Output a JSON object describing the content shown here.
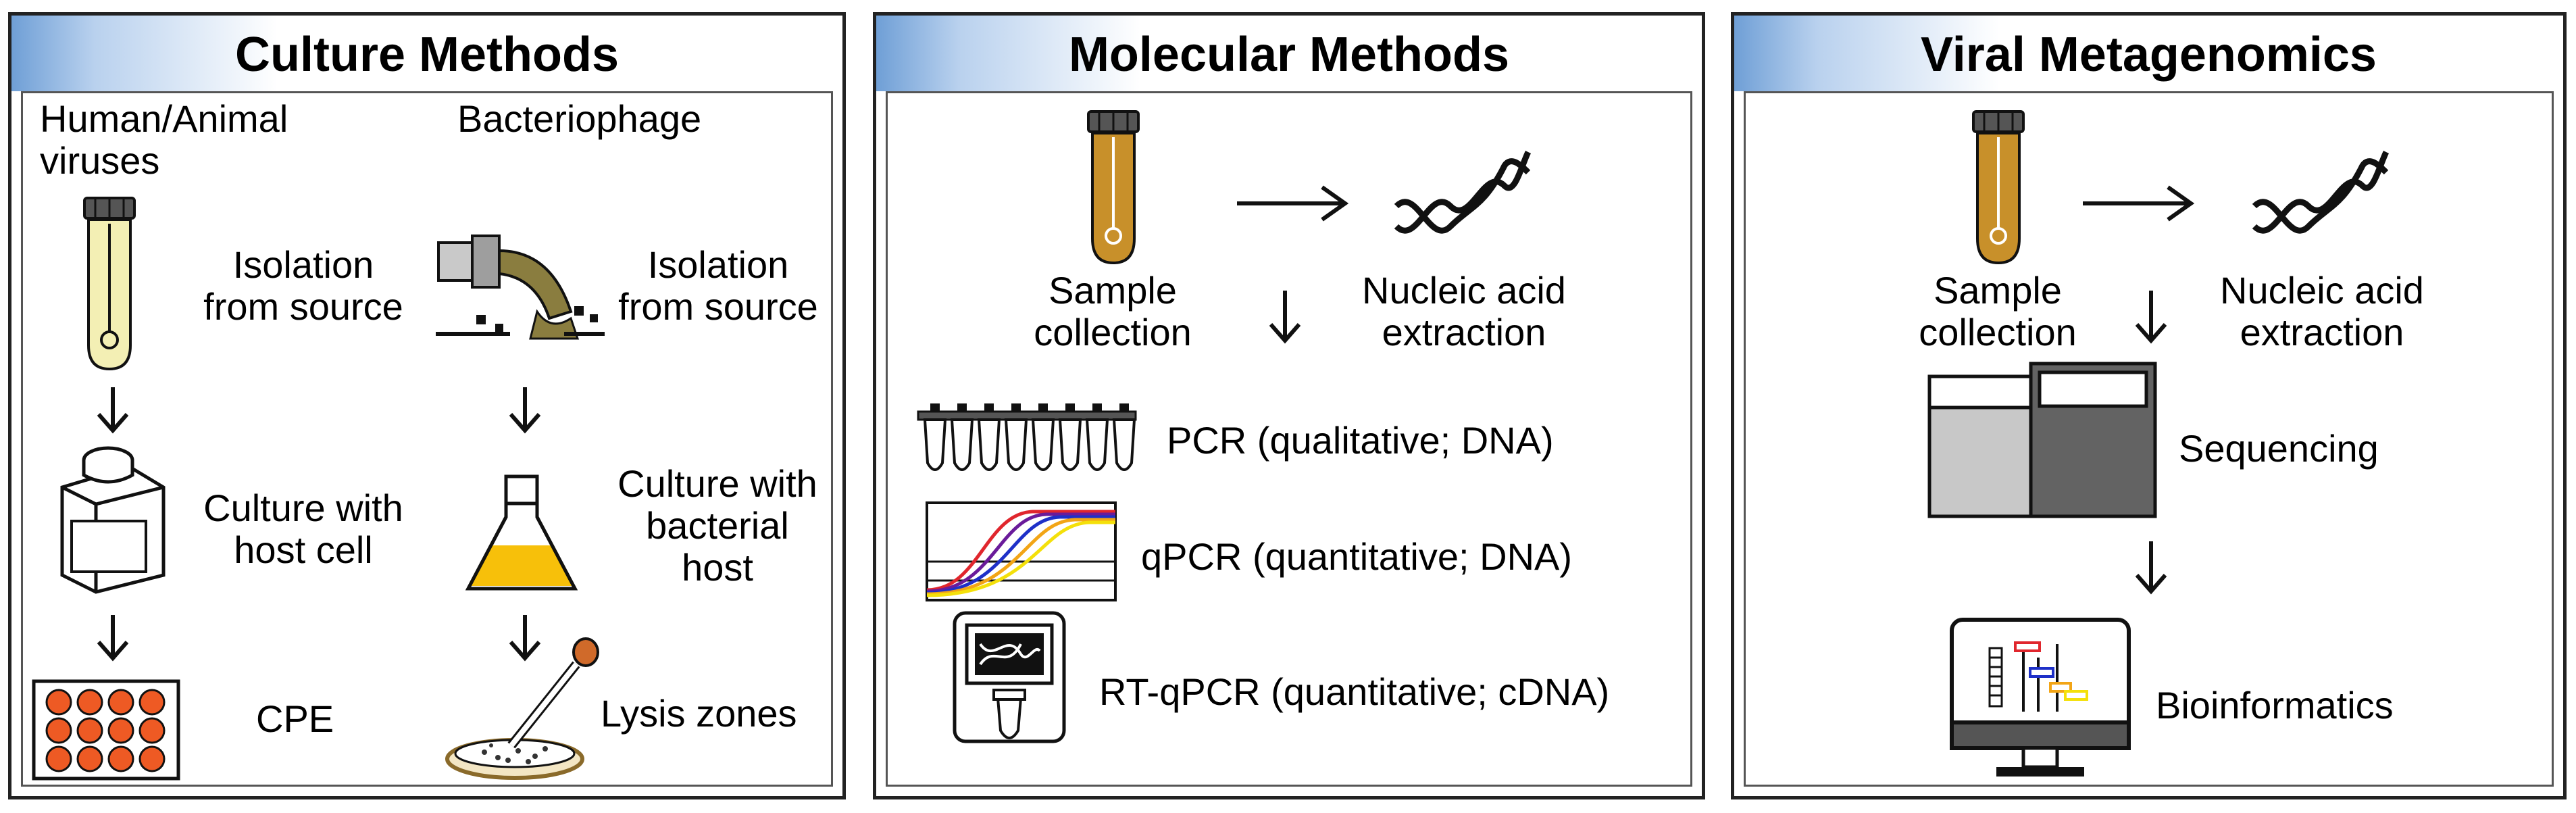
{
  "panels": {
    "culture": {
      "title": "Culture Methods",
      "col_human": "Human/Animal\nviruses",
      "col_phage": "Bacteriophage",
      "human_isolation": "Isolation\nfrom source",
      "human_culture": "Culture with\nhost cell",
      "human_result": "CPE",
      "phage_isolation": "Isolation\nfrom source",
      "phage_culture": "Culture with\nbacterial\nhost",
      "phage_result": "Lysis zones"
    },
    "molecular": {
      "title": "Molecular Methods",
      "sample": "Sample\ncollection",
      "extraction": "Nucleic acid\nextraction",
      "pcr": "PCR (qualitative; DNA)",
      "qpcr": "qPCR (quantitative; DNA)",
      "rtqpcr": "RT-qPCR (quantitative; cDNA)"
    },
    "metagenomics": {
      "title": "Viral Metagenomics",
      "sample": "Sample\ncollection",
      "extraction": "Nucleic acid\nextraction",
      "sequencing": "Sequencing",
      "bioinformatics": "Bioinformatics"
    }
  },
  "colors": {
    "header_blue": "#6f9fd6",
    "tube_gold": "#c8902a",
    "tube_pale": "#f3efb4",
    "flask_yellow": "#f7c00a",
    "cpe_orange": "#ee5a24",
    "phage_olive": "#8a7d3f",
    "qpcr_curves": [
      "#e0262d",
      "#6a1b9a",
      "#1e30c8",
      "#f2a516",
      "#f4e00a"
    ]
  }
}
